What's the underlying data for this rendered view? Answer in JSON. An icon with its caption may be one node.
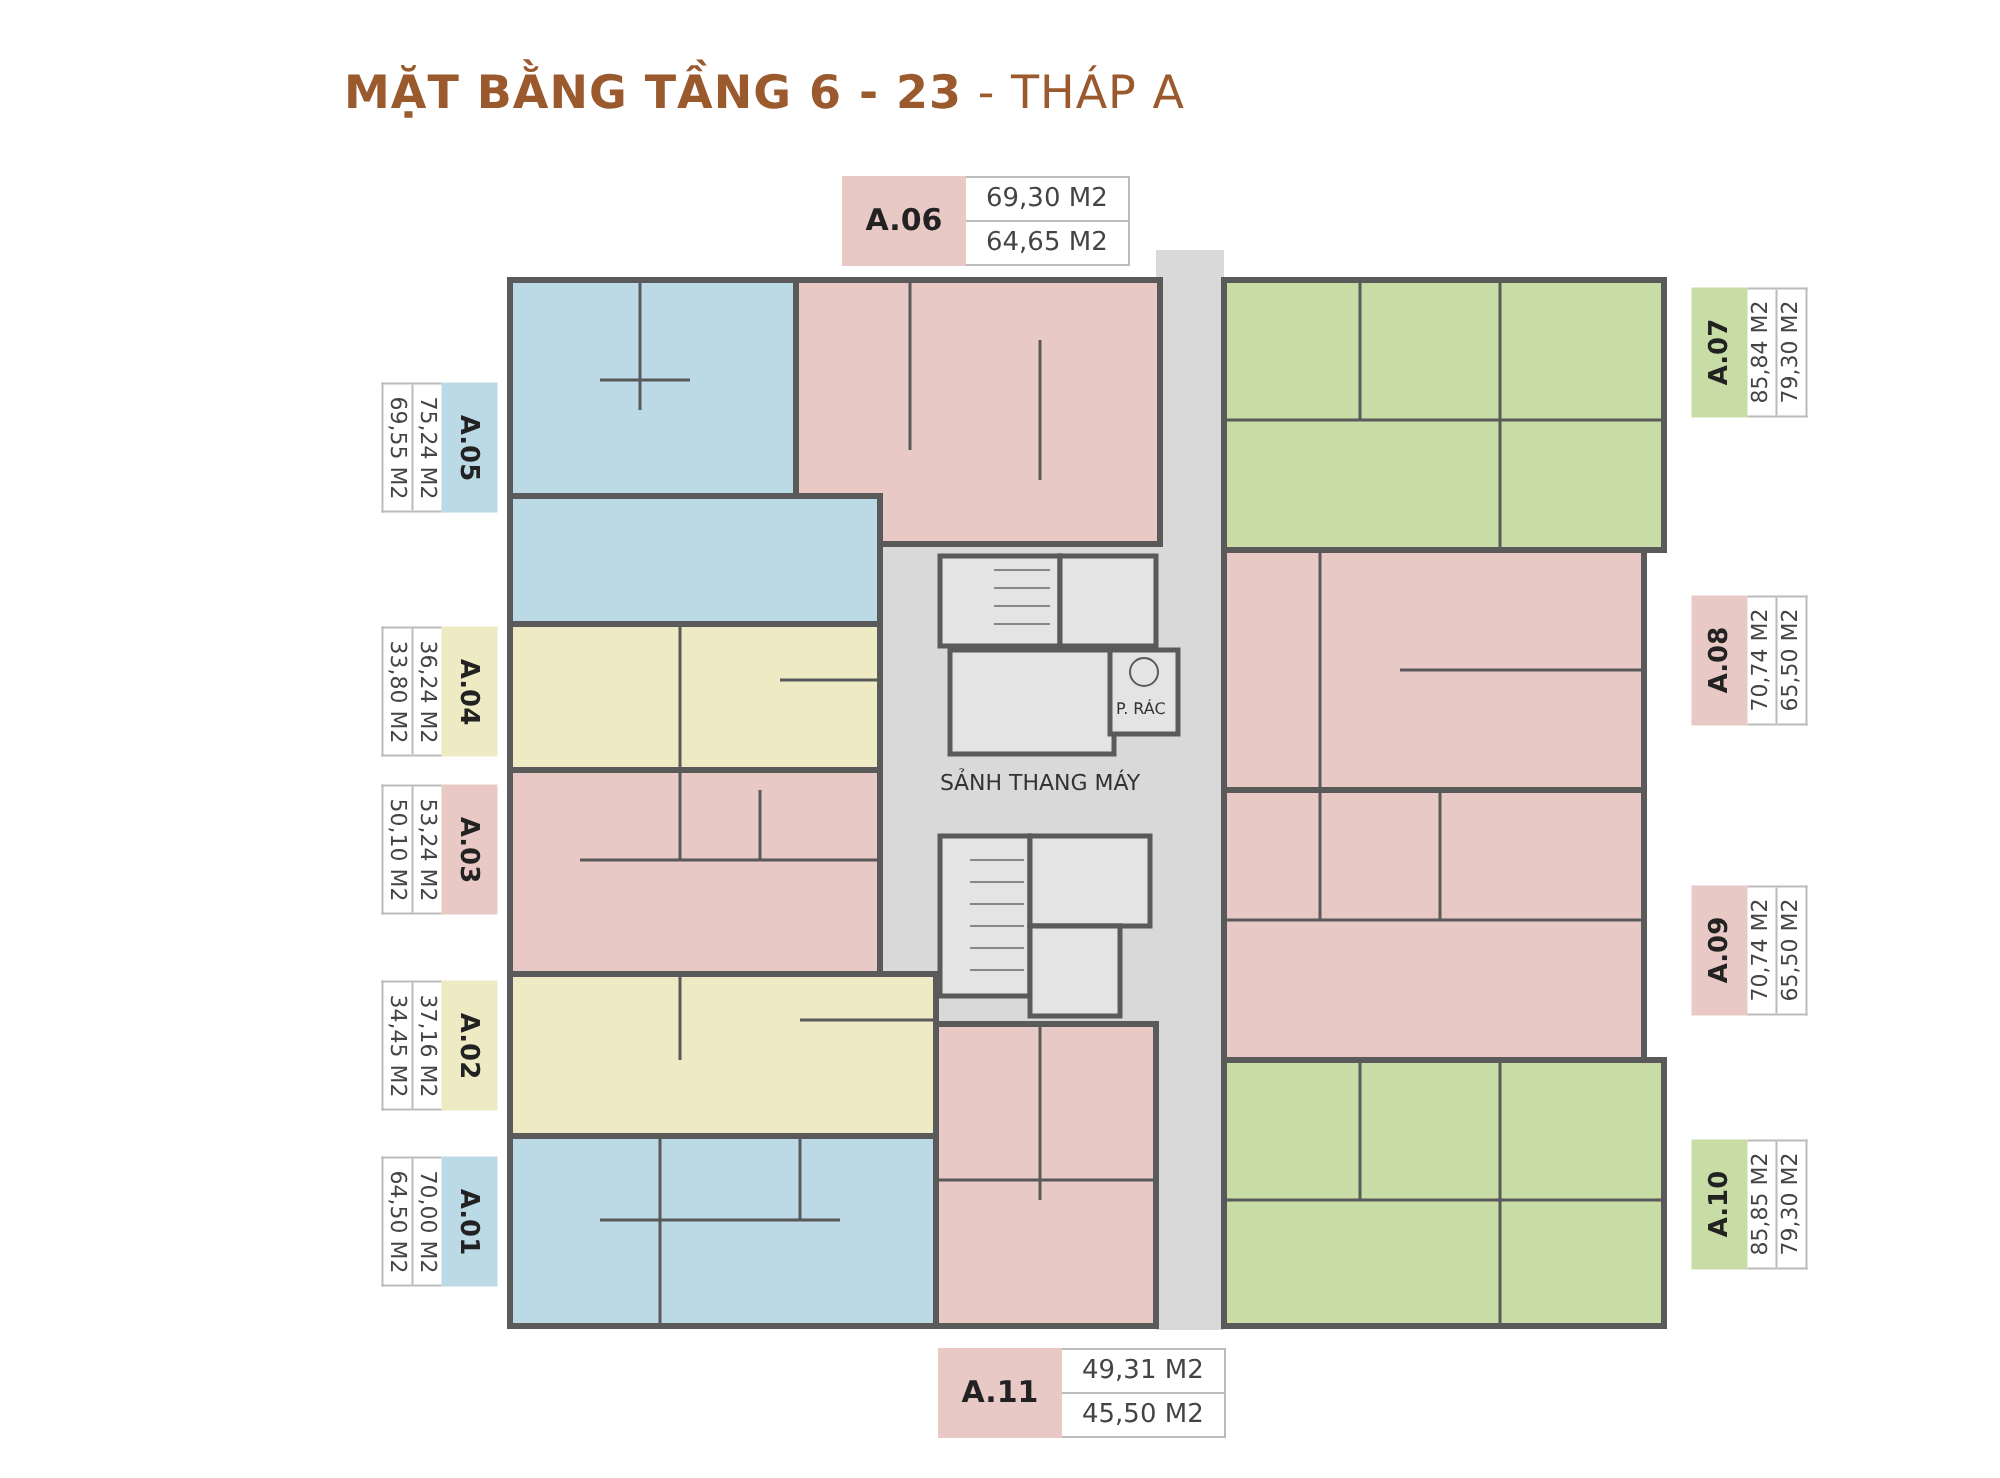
{
  "diagram": {
    "title": "**MẶT BẰNG TẦNG 6 - 23** - THÁP A",
    "nodes": [
      {
        "text": [
          "A.06",
          "69,30 M2",
          "64,65 M2"
        ]
      },
      {
        "text": [
          "A.05",
          "75,24 M2",
          "69,55 M2"
        ]
      },
      {
        "text": [
          "A.04",
          "36,24 M2",
          "33,80 M2"
        ]
      },
      {
        "text": [
          "A.03",
          "53,24 M2",
          "50,10 M2"
        ]
      },
      {
        "text": [
          "A.02",
          "37,16 M2",
          "34,45 M2"
        ]
      },
      {
        "text": [
          "A.01",
          "70,00 M2",
          "64,50 M2"
        ]
      },
      {
        "text": [
          "A.07",
          "85,84 M2",
          "79,30 M2"
        ]
      },
      {
        "text": [
          "A.08",
          "70,74 M2",
          "65,50 M2"
        ]
      },
      {
        "text": [
          "A.09",
          "70,74 M2",
          "65,50 M2"
        ]
      },
      {
        "text": [
          "A.10",
          "85,85 M2",
          "79,30 M2"
        ]
      },
      {
        "text": [
          "A.11",
          "49,31 M2",
          "45,50 M2"
        ]
      }
    ],
    "labels": [
      "P. RÁC",
      "SẢNH THANG MÁY"
    ]
  }
}
